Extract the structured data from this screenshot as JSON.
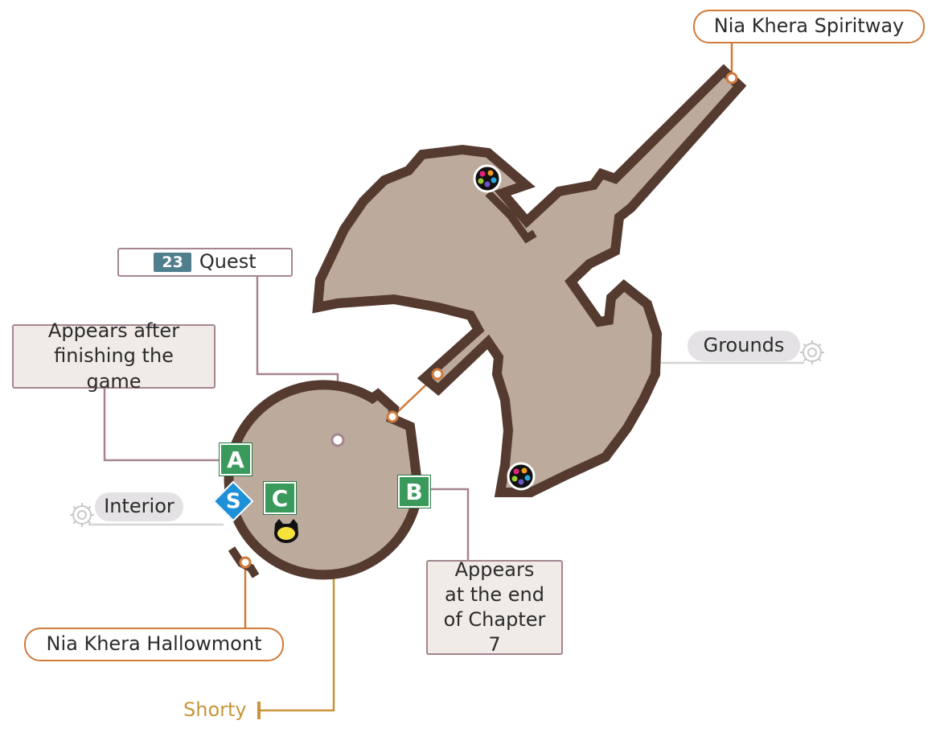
{
  "map": {
    "exits": {
      "spiritway": "Nia Khera Spiritway",
      "hallowmont": "Nia Khera Hallowmont"
    },
    "quest": {
      "number": "23",
      "label": "Quest"
    },
    "notes": {
      "after_game": "Appears after finishing the game",
      "chapter7": "Appears at the end of Chapter 7"
    },
    "areas": {
      "grounds": "Grounds",
      "interior": "Interior"
    },
    "markers": {
      "a": "A",
      "b": "B",
      "c": "C",
      "save": "S"
    },
    "npc": {
      "shorty": "Shorty"
    },
    "icons": [
      "gear-icon",
      "collectible-orb-icon",
      "cat-face-icon",
      "save-point-icon"
    ],
    "colors": {
      "floor": "#bcaa9d",
      "wall": "#553a30",
      "exit_line": "#d07a3c",
      "note_line": "#a5858f",
      "marker_green": "#3a9a5b",
      "save_blue": "#1e90d8",
      "npc_line": "#c89538"
    }
  }
}
